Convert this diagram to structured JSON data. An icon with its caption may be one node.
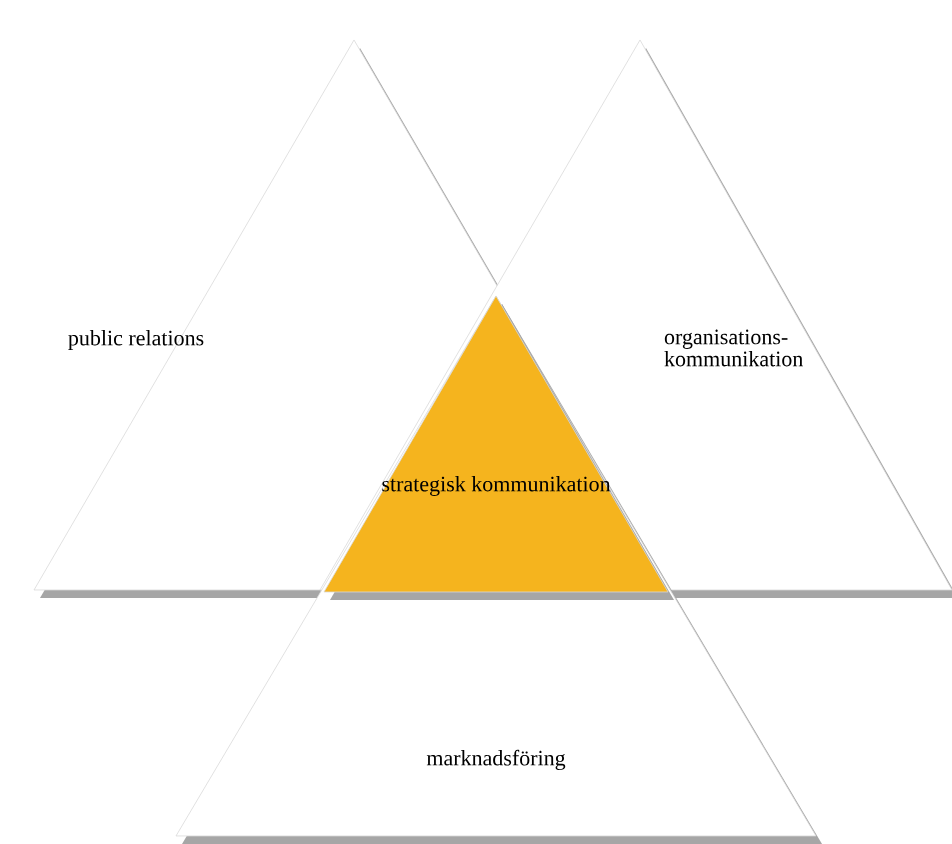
{
  "diagram": {
    "nodes": [
      {
        "text": [
          "public relations"
        ]
      },
      {
        "text": [
          "organisations- kommunikation"
        ]
      },
      {
        "text": [
          "strategisk kommunikation"
        ]
      },
      {
        "text": [
          "marknadsföring"
        ]
      }
    ]
  }
}
